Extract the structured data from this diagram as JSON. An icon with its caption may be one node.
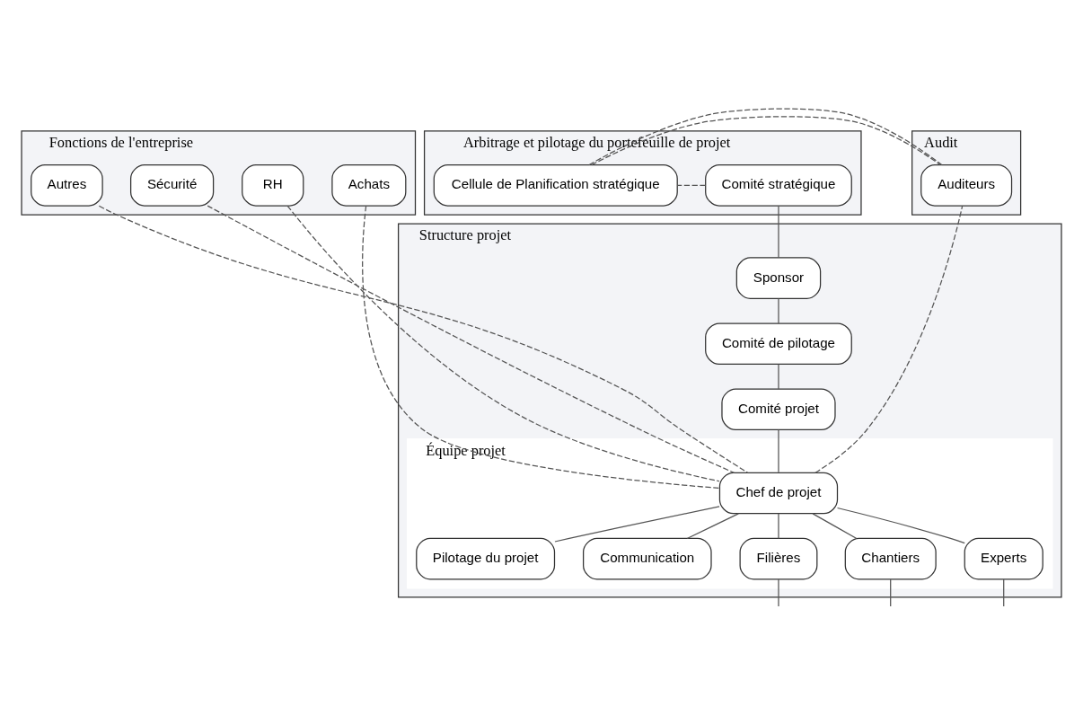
{
  "diagram": {
    "nodes": [
      {
        "text": [
          "Fonctions de l'entreprise"
        ]
      },
      {
        "text": [
          "Achats"
        ],
        "in": 0
      },
      {
        "text": [
          "RH"
        ],
        "in": 0
      },
      {
        "text": [
          "Sécurité"
        ],
        "in": 0
      },
      {
        "text": [
          "Autres"
        ],
        "in": 0
      },
      {
        "text": [
          "Arbitrage et pilotage du portefeuille de projet"
        ]
      },
      {
        "text": [
          "Comité stratégique"
        ],
        "in": 5
      },
      {
        "text": [
          "Cellule de Planification stratégique"
        ],
        "in": 5
      },
      {
        "text": [
          "Structure projet"
        ]
      },
      {
        "text": [
          "Sponsor"
        ],
        "in": 8
      },
      {
        "text": [
          "Comité de pilotage"
        ],
        "in": 8
      },
      {
        "text": [
          "Comité projet"
        ],
        "in": 8
      },
      {
        "text": [
          "Équipe projet"
        ],
        "in": 8
      },
      {
        "text": [
          "Chef de projet"
        ],
        "in": 12
      },
      {
        "text": [
          "Pilotage du projet"
        ],
        "in": 12
      },
      {
        "text": [
          "Communication"
        ],
        "in": 12
      },
      {
        "text": [
          "Filières"
        ],
        "in": 12
      },
      {
        "text": [
          "Chantiers"
        ],
        "in": 12
      },
      {
        "text": [
          "Experts"
        ],
        "in": 12
      },
      {
        "text": [
          "Audit"
        ]
      },
      {
        "text": [
          "Auditeurs"
        ],
        "in": 19
      }
    ],
    "edges": [
      {
        "from": 6,
        "to": 7,
        "arrow": "none",
        "style": "dashed"
      },
      {
        "from": 6,
        "to": 9,
        "arrow": "none"
      },
      {
        "from": 9,
        "to": 10,
        "arrow": "none"
      },
      {
        "from": 10,
        "to": 11,
        "arrow": "none"
      },
      {
        "from": 11,
        "to": 13,
        "arrow": "none"
      },
      {
        "from": 13,
        "to": 14,
        "arrow": "none"
      },
      {
        "from": 13,
        "to": 15,
        "arrow": "none"
      },
      {
        "from": 13,
        "to": 16,
        "arrow": "none"
      },
      {
        "from": 13,
        "to": 17,
        "arrow": "none"
      },
      {
        "from": 13,
        "to": 18,
        "arrow": "none"
      },
      {
        "from": 16,
        "to": null,
        "arrow": "none"
      },
      {
        "from": 17,
        "to": null,
        "arrow": "none"
      },
      {
        "from": 18,
        "to": null,
        "arrow": "none"
      },
      {
        "from": 1,
        "to": 13,
        "arrow": "none",
        "style": "dashed"
      },
      {
        "from": 2,
        "to": 13,
        "arrow": "none",
        "style": "dashed"
      },
      {
        "from": 3,
        "to": 13,
        "arrow": "none",
        "style": "dashed"
      },
      {
        "from": 4,
        "to": 13,
        "arrow": "none",
        "style": "dashed"
      },
      {
        "from": 13,
        "to": 20,
        "arrow": "none",
        "style": "dashed"
      },
      {
        "from": 7,
        "to": 20,
        "arrow": "none",
        "style": "dashed"
      }
    ]
  }
}
